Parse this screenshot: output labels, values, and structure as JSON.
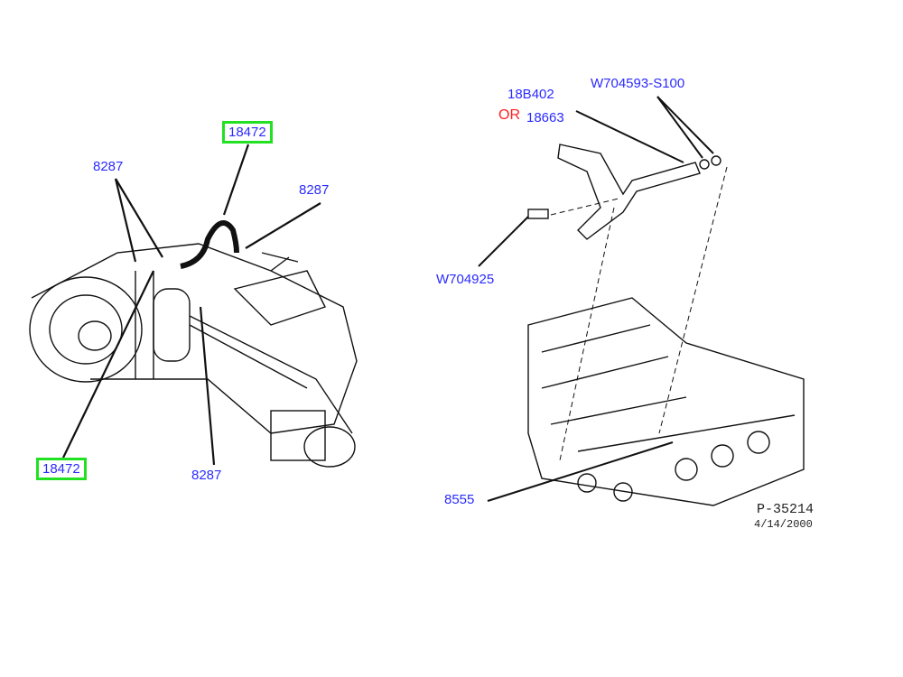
{
  "left_view": {
    "labels": {
      "hose_top": "18472",
      "hose_bottom": "18472",
      "clamp_left": "8287",
      "clamp_right": "8287",
      "clamp_bottom": "8287"
    }
  },
  "right_view": {
    "labels": {
      "tube_primary": "18B402",
      "or_word": "OR",
      "tube_alt": "18663",
      "nut": "W704593-S100",
      "stud": "W704925",
      "block_part": "8555"
    }
  },
  "figure_ref": {
    "number": "P-35214",
    "date": "4/14/2000"
  },
  "colors": {
    "label": "#2b2bff",
    "or": "#ff2020",
    "highlight_box": "#22e022"
  }
}
